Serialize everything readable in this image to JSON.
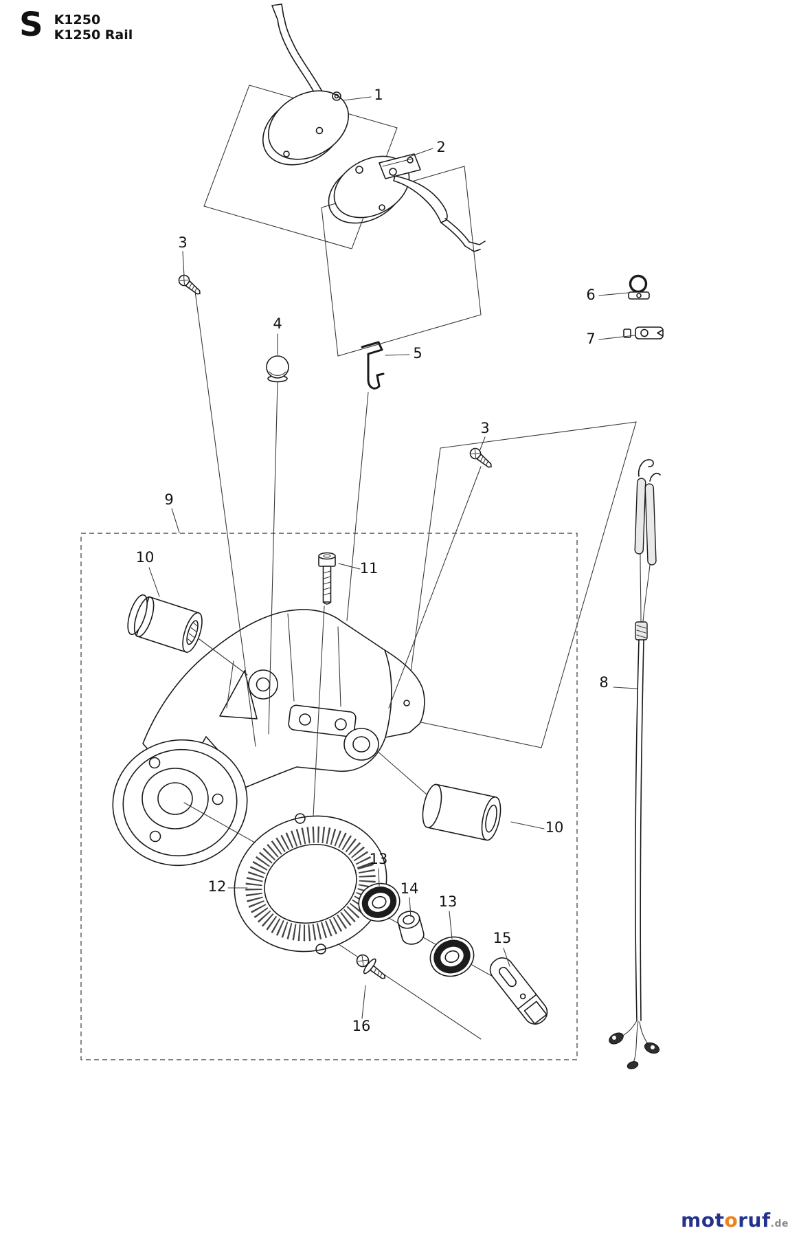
{
  "header": {
    "section_letter": "S",
    "model": "K1250",
    "subtitle": "K1250 Rail"
  },
  "callouts": [
    "1",
    "2",
    "3",
    "4",
    "5",
    "6",
    "7",
    "3",
    "9",
    "10",
    "11",
    "8",
    "10",
    "12",
    "13",
    "14",
    "13",
    "15",
    "16"
  ],
  "watermark": {
    "brand_prefix": "mot",
    "brand_accent": "o",
    "brand_suffix": "ruf",
    "tld": ".de",
    "brand_color": "#23338c",
    "accent_color": "#f08019",
    "tld_color": "#8a8a8a"
  },
  "diagram": {
    "type": "exploded-parts-diagram",
    "part_numbers_shown": [
      1,
      2,
      3,
      4,
      5,
      6,
      7,
      8,
      9,
      10,
      11,
      12,
      13,
      14,
      15,
      16
    ]
  }
}
